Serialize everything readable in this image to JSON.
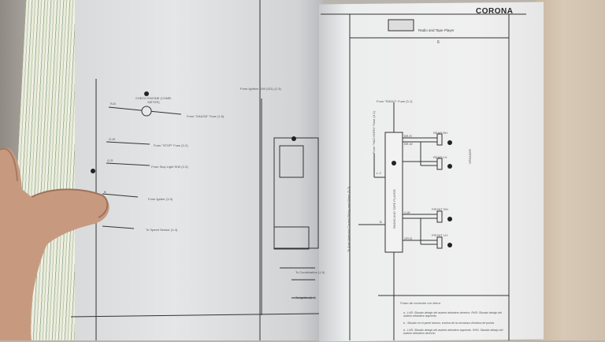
{
  "header": {
    "brand": "CORONA",
    "diagram_title": "Radio and Tape Player",
    "column_number": "6"
  },
  "left_page": {
    "labels": [
      "CHECK ENGINE (COMB. METER)",
      "From \"GAUGE\" Fuse (1-6)",
      "From \"STOP\" Fuse (2-2)",
      "From Stop Light S/W (2-3)",
      "From Ignitor (1-9)",
      "To Speed Sensor (1-4)",
      "From Ignition S/W (IG1) (1-5)",
      "To Combination (1-5)",
      "To Ignitor (1-4)"
    ],
    "wire_codes": [
      "R-B",
      "G-W",
      "G-R",
      "B"
    ]
  },
  "right_page": {
    "unit_label": "RADIO AND TAPE PLAYER",
    "top_feed": "From \"RADIO\" Fuse (3-1)",
    "hazard_feed": "From \"HAZ-HORN\" Fuse (3-1)",
    "antenna_label": "To Auto Antenna Control Relay and Motor (3-3)",
    "speakers": [
      "REAR RH",
      "REAR LH",
      "FRONT RH",
      "FRONT LH"
    ],
    "speaker_group_label": "SPEAKER",
    "wire_codes": [
      "BR-R",
      "BR-W",
      "V-W",
      "GR-B",
      "L-Y",
      "B"
    ],
    "legend_title": "Punto de conexión con tierra",
    "legend_items": [
      "a - LHD: Situado debajo del asiento delantero derecho. RHD: Situado debajo del asiento delantero izquierdo",
      "b - Situado en el panel trasero, encima de la cerradura cilíndrica de puerta",
      "d - LHD: Situado debajo del asiento delantero izquierdo. RHD: Situado debajo del asiento delantero derecho"
    ]
  }
}
